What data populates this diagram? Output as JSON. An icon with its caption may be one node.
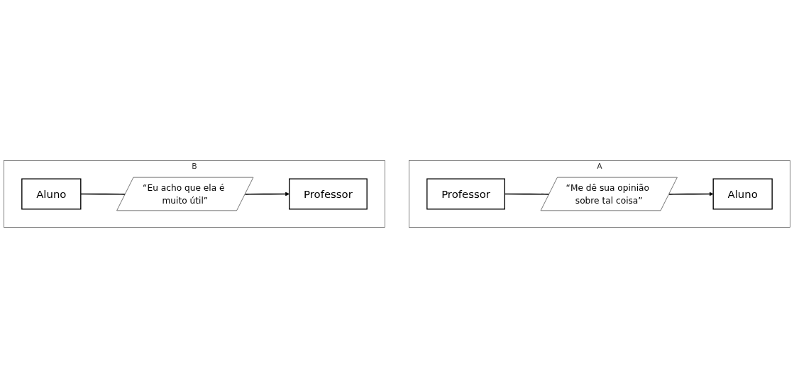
{
  "diagram": {
    "nodes": [
      {
        "text": [
          "A"
        ]
      },
      {
        "text": [
          "Professor"
        ],
        "in": 0
      },
      {
        "text": [
          "“Me dê sua opinião sobre tal coisa”"
        ],
        "in": 0
      },
      {
        "text": [
          "Aluno"
        ],
        "in": 0
      },
      {
        "text": [
          "B"
        ]
      },
      {
        "text": [
          "Professor"
        ],
        "in": 4
      },
      {
        "text": [
          "“Eu acho que ela é muito útil”"
        ],
        "in": 4
      },
      {
        "text": [
          "Aluno"
        ],
        "in": 4
      }
    ],
    "edges": [
      {
        "from": 1,
        "to": 2,
        "arrow": "none"
      },
      {
        "from": 2,
        "to": 3,
        "arrow": "to"
      },
      {
        "from": 7,
        "to": 6,
        "arrow": "none"
      },
      {
        "from": 6,
        "to": 5,
        "arrow": "to"
      }
    ]
  }
}
